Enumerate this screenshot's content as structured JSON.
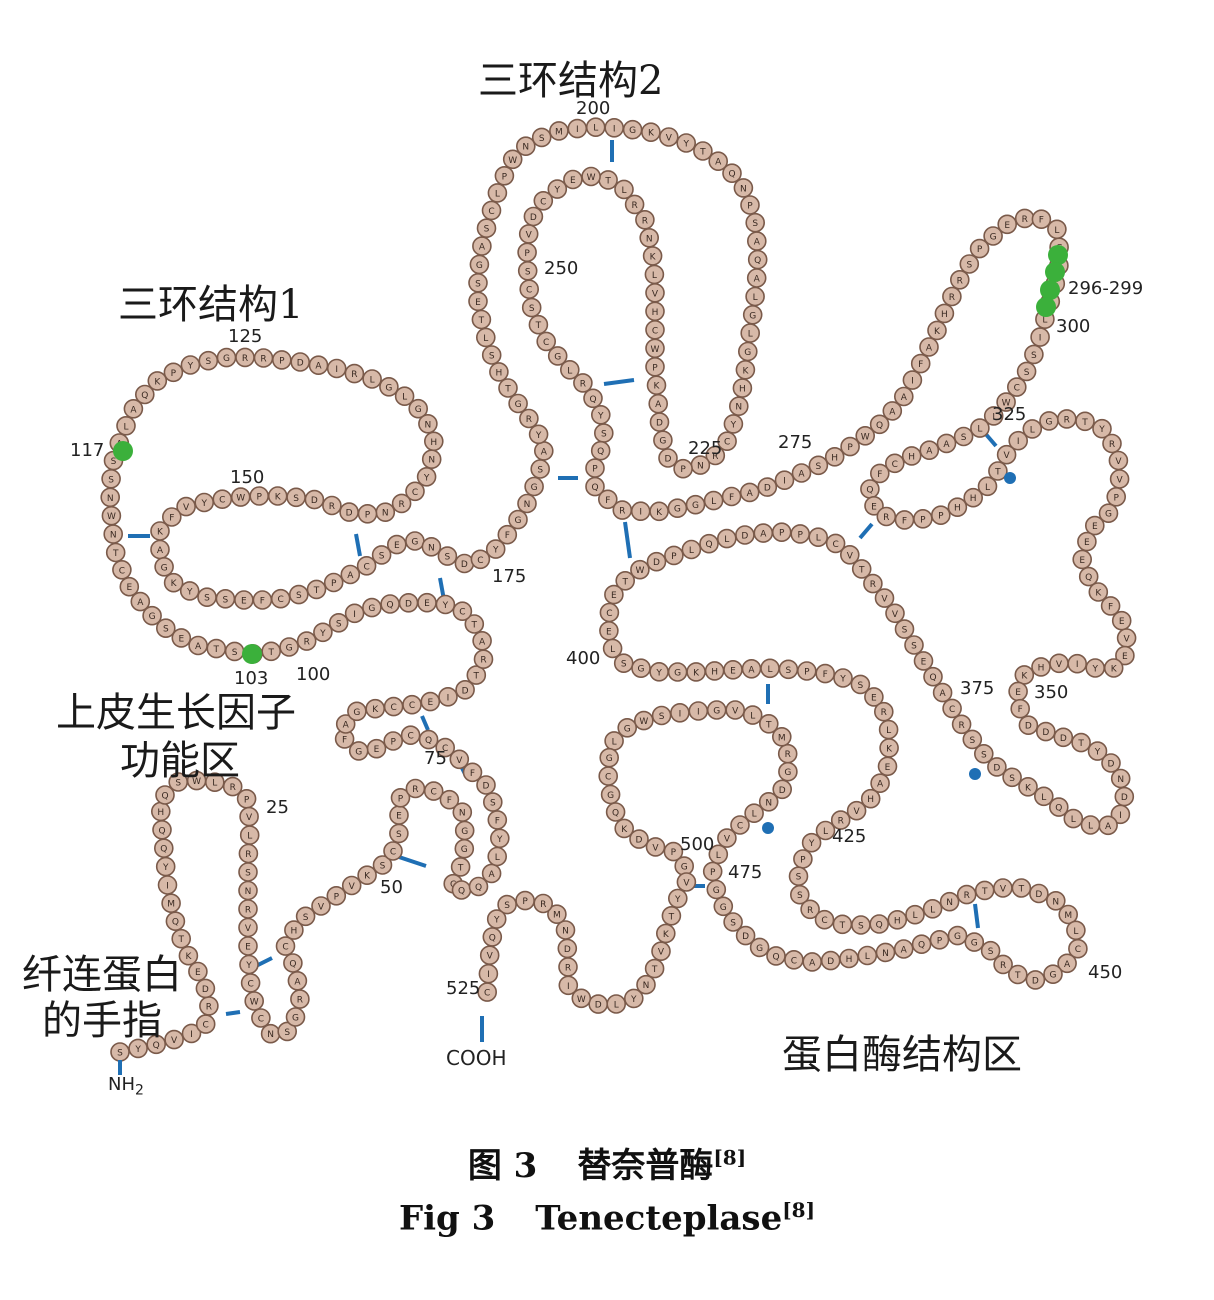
{
  "diagram": {
    "region_labels": {
      "kringle2": "三环结构2",
      "kringle1": "三环结构1",
      "egf_line1": "上皮生长因子",
      "egf_line2": "功能区",
      "finger_line1": "纤连蛋白",
      "finger_line2": "的手指",
      "protease": "蛋白酶结构区"
    },
    "residue_numbers": {
      "n200": "200",
      "n250": "250",
      "n225": "225",
      "n275": "275",
      "n125": "125",
      "n117": "117",
      "n150": "150",
      "n175": "175",
      "n103": "103",
      "n100": "100",
      "n75": "75",
      "n50": "50",
      "n25": "25",
      "n296": "296-299",
      "n300": "300",
      "n325": "325",
      "n350": "350",
      "n375": "375",
      "n400": "400",
      "n425": "425",
      "n450": "450",
      "n475": "475",
      "n500": "500",
      "n525": "525"
    },
    "termini": {
      "n_term": "NH",
      "n_term_sub": "2",
      "c_term": "COOH"
    },
    "colors": {
      "bead_fill": "#d7b9a8",
      "bead_stroke": "#7a5a4a",
      "bond": "#1f6fb4",
      "mutation": "#3bb03b",
      "site_dot": "#1f6fb4"
    }
  },
  "caption": {
    "cn_fig": "图 3",
    "cn_title": "替奈普酶",
    "cn_ref": "[8]",
    "en_fig": "Fig 3",
    "en_title": "Tenecteplase",
    "en_ref": "[8]"
  }
}
